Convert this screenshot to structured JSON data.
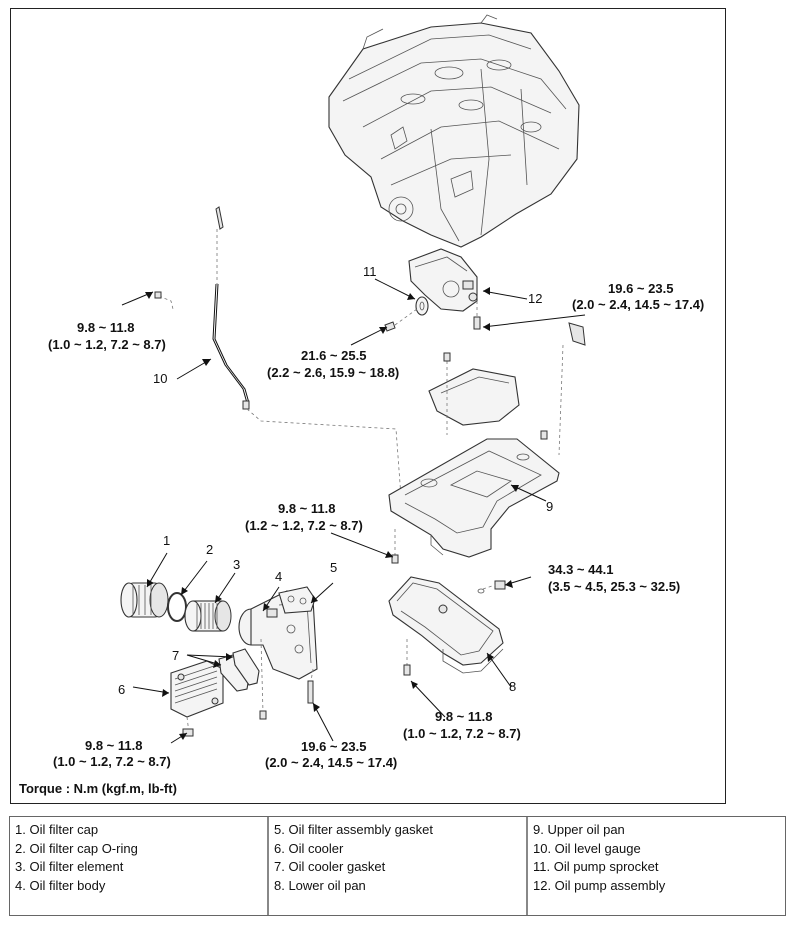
{
  "callouts": {
    "p1": "1",
    "p2": "2",
    "p3": "3",
    "p4": "4",
    "p5": "5",
    "p6": "6",
    "p7": "7",
    "p8": "8",
    "p9": "9",
    "p10": "10",
    "p11": "11",
    "p12": "12"
  },
  "torques": {
    "dipstick_bolt": {
      "nm": "9.8 ~ 11.8",
      "alt": "(1.0 ~ 1.2, 7.2 ~ 8.7)"
    },
    "sprocket_bolt": {
      "nm": "21.6 ~ 25.5",
      "alt": "(2.2 ~ 2.6, 15.9 ~ 18.8)"
    },
    "pump_bolt": {
      "nm": "19.6 ~ 23.5",
      "alt": "(2.0 ~ 2.4, 14.5 ~ 17.4)"
    },
    "upper_pan_bolt": {
      "nm": "9.8 ~ 11.8",
      "alt": "(1.2 ~ 1.2, 7.2 ~ 8.7)"
    },
    "drain_plug": {
      "nm": "34.3 ~ 44.1",
      "alt": "(3.5 ~ 4.5, 25.3 ~ 32.5)"
    },
    "lower_pan_bolt": {
      "nm": "9.8 ~ 11.8",
      "alt": "(1.0 ~ 1.2, 7.2 ~ 8.7)"
    },
    "cooler_bolt": {
      "nm": "9.8 ~ 11.8",
      "alt": "(1.0 ~ 1.2, 7.2 ~ 8.7)"
    },
    "filter_body_bolt": {
      "nm": "19.6 ~ 23.5",
      "alt": "(2.0 ~ 2.4, 14.5 ~ 17.4)"
    }
  },
  "torque_unit_note": "Torque : N.m (kgf.m, lb-ft)",
  "legend": {
    "col1": [
      "1. Oil filter cap",
      "2. Oil filter cap O-ring",
      "3. Oil filter element",
      "4. Oil filter body"
    ],
    "col2": [
      "5. Oil filter assembly gasket",
      "6. Oil cooler",
      "7. Oil cooler gasket",
      "8. Lower oil pan"
    ],
    "col3": [
      "9. Upper oil pan",
      "10. Oil level gauge",
      "11. Oil pump sprocket",
      "12. Oil pump assembly"
    ]
  }
}
